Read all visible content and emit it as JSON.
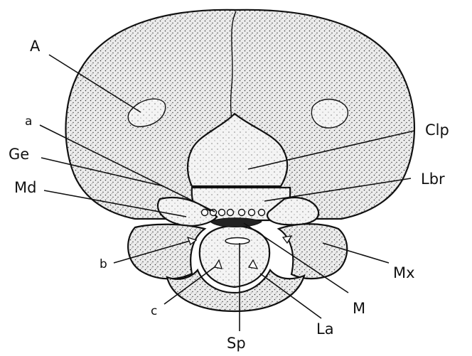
{
  "labels": {
    "A": "A",
    "a": "a",
    "Ge": "Ge",
    "Md": "Md",
    "b": "b",
    "c": "c",
    "Sp": "Sp",
    "La": "La",
    "M": "M",
    "Mx": "Mx",
    "Lbr": "Lbr",
    "Clp": "Clp"
  },
  "colors": {
    "ink": "#111111",
    "paper": "#ffffff",
    "stipple_light": "#e9e9e9",
    "stipple_dark": "#cfcfcf",
    "mouth_dark": "#222222"
  }
}
